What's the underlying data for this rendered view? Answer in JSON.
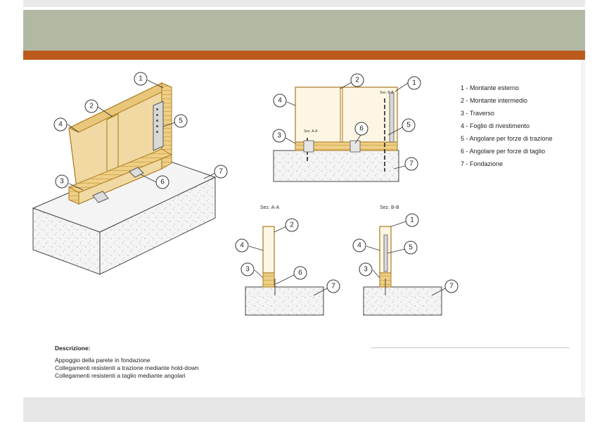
{
  "colors": {
    "header": "#b1b9a4",
    "accent": "#bb5a1c",
    "wood": "#f0d9a2",
    "wood_edge": "#b88a2e",
    "concrete": "#f4f4f4"
  },
  "callouts": [
    "1",
    "2",
    "3",
    "4",
    "5",
    "6",
    "7"
  ],
  "sections": {
    "a": "Sez. A-A",
    "b": "Sez. B-B",
    "mark_a": "Sez. A-A",
    "mark_b": "Sez. B-B"
  },
  "legend": [
    "1 - Montante esterno",
    "2 - Montante intermedio",
    "3 - Traverso",
    "4 - Foglio di rivestimento",
    "5 - Angolare per forze di trazione",
    "6 - Angolare per forze di taglio",
    "7 - Fondazione"
  ],
  "description": {
    "title": "Descrizione:",
    "lines": [
      "Appoggio della parete in fondazione",
      "Collegamenti resistenti a trazione mediante hold-down",
      "Collegamenti resistenti a taglio mediante angolari"
    ]
  }
}
